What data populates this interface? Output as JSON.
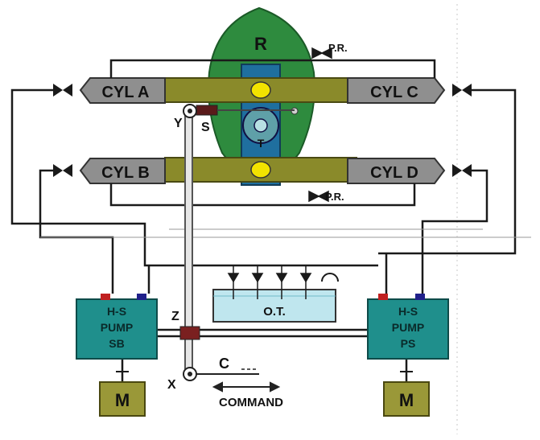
{
  "diagram": {
    "rudder_label": "R",
    "tiller_label": "T",
    "cylinders": {
      "a": "CYL A",
      "b": "CYL B",
      "c": "CYL C",
      "d": "CYL D"
    },
    "relief_valve_top": "P.R.",
    "relief_valve_bottom": "P.R.",
    "point_y": "Y",
    "point_s": "S",
    "point_z": "Z",
    "point_x": "X",
    "point_c": "C",
    "tank_label": "O.T.",
    "pump_left": [
      "H-S",
      "PUMP",
      "SB"
    ],
    "pump_right": [
      "H-S",
      "PUMP",
      "PS"
    ],
    "motor_left": "M",
    "motor_right": "M",
    "command_label": "COMMAND",
    "colors": {
      "rudder": "#2e8b3e",
      "ram": "#8a8a2a",
      "cylinder": "#8f8f8f",
      "pump": "#1f8f8c",
      "motor": "#9a9838",
      "tank": "#bfe6ee",
      "pin": "#f2e300",
      "line": "#1a1a1a"
    }
  }
}
